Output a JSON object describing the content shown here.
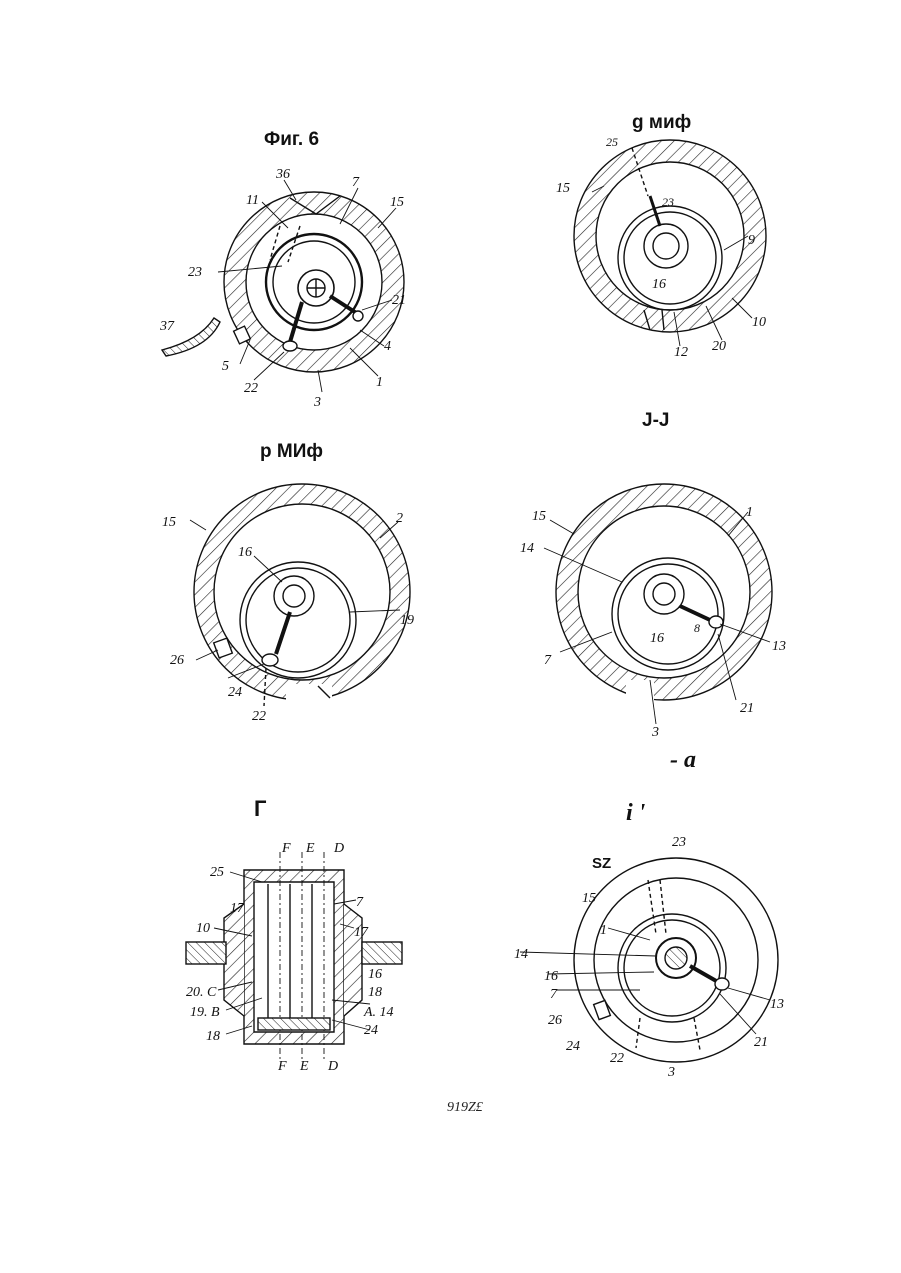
{
  "titles": {
    "fig6": "Фиг. 6",
    "fig8": "g миф",
    "fig7": "p МИф",
    "section_jj": "J-J",
    "label_a": "- a",
    "label_g": "Г",
    "label_i": "i '",
    "label_sz": "SZ"
  },
  "footer": "919Z£",
  "callouts": {
    "fig6": [
      "36",
      "7",
      "11",
      "15",
      "23",
      "21",
      "37",
      "5",
      "4",
      "22",
      "1",
      "3"
    ],
    "fig8": [
      "25",
      "15",
      "23",
      "9",
      "16",
      "10",
      "12",
      "20"
    ],
    "fig7": [
      "15",
      "2",
      "16",
      "19",
      "26",
      "24",
      "22"
    ],
    "figjj": [
      "15",
      "1",
      "14",
      "8",
      "13",
      "16",
      "7",
      "21",
      "3"
    ],
    "figg": [
      "D",
      "E",
      "F",
      "25",
      "7",
      "17",
      "17",
      "10",
      "16",
      "20. C",
      "18",
      "19. B",
      "A. 14",
      "24",
      "18",
      "F",
      "E",
      "D"
    ],
    "figi": [
      "23",
      "15",
      "1",
      "14",
      "16",
      "7",
      "13",
      "26",
      "24",
      "22",
      "3",
      "21"
    ]
  }
}
